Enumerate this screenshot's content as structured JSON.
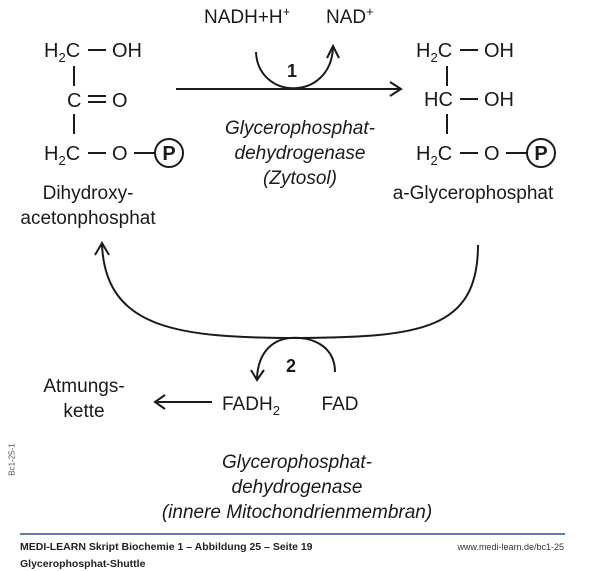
{
  "molecules": {
    "left": {
      "row1": {
        "carbon": "H",
        "carbon_sub": "2",
        "carbon_end": "C",
        "group": "OH"
      },
      "row2": {
        "carbon": "C",
        "group": "O"
      },
      "row3": {
        "carbon": "H",
        "carbon_sub": "2",
        "carbon_end": "C",
        "group": "O",
        "phosphate": "P"
      },
      "name_line1": "Dihydroxy-",
      "name_line2": "acetonphosphat"
    },
    "right": {
      "row1": {
        "carbon": "H",
        "carbon_sub": "2",
        "carbon_end": "C",
        "group": "OH"
      },
      "row2": {
        "carbon": "HC",
        "group": "OH"
      },
      "row3": {
        "carbon": "H",
        "carbon_sub": "2",
        "carbon_end": "C",
        "group": "O",
        "phosphate": "P"
      },
      "name": "a-Glycerophosphat"
    }
  },
  "reaction1": {
    "number": "1",
    "cofactor_in": "NADH+H",
    "cofactor_in_sup": "+",
    "cofactor_out": "NAD",
    "cofactor_out_sup": "+",
    "enzyme_line1": "Glycerophosphat-",
    "enzyme_line2": "dehydrogenase",
    "enzyme_line3": "(Zytosol)"
  },
  "reaction2": {
    "number": "2",
    "cofactor_in": "FAD",
    "cofactor_out": "FADH",
    "cofactor_out_sub": "2",
    "destination_line1": "Atmungs-",
    "destination_line2": "kette",
    "enzyme_line1": "Glycerophosphat-",
    "enzyme_line2": "dehydrogenase",
    "enzyme_line3": "(innere Mitochondrienmembran)"
  },
  "side_code": "Bc1-25-1",
  "footer": {
    "title": "MEDI-LEARN Skript Biochemie 1 – Abbildung 25 – Seite 19",
    "subtitle": "Glycerophosphat-Shuttle",
    "url": "www.medi-learn.de/bc1-25",
    "rule_color": "#5a7fb0"
  }
}
